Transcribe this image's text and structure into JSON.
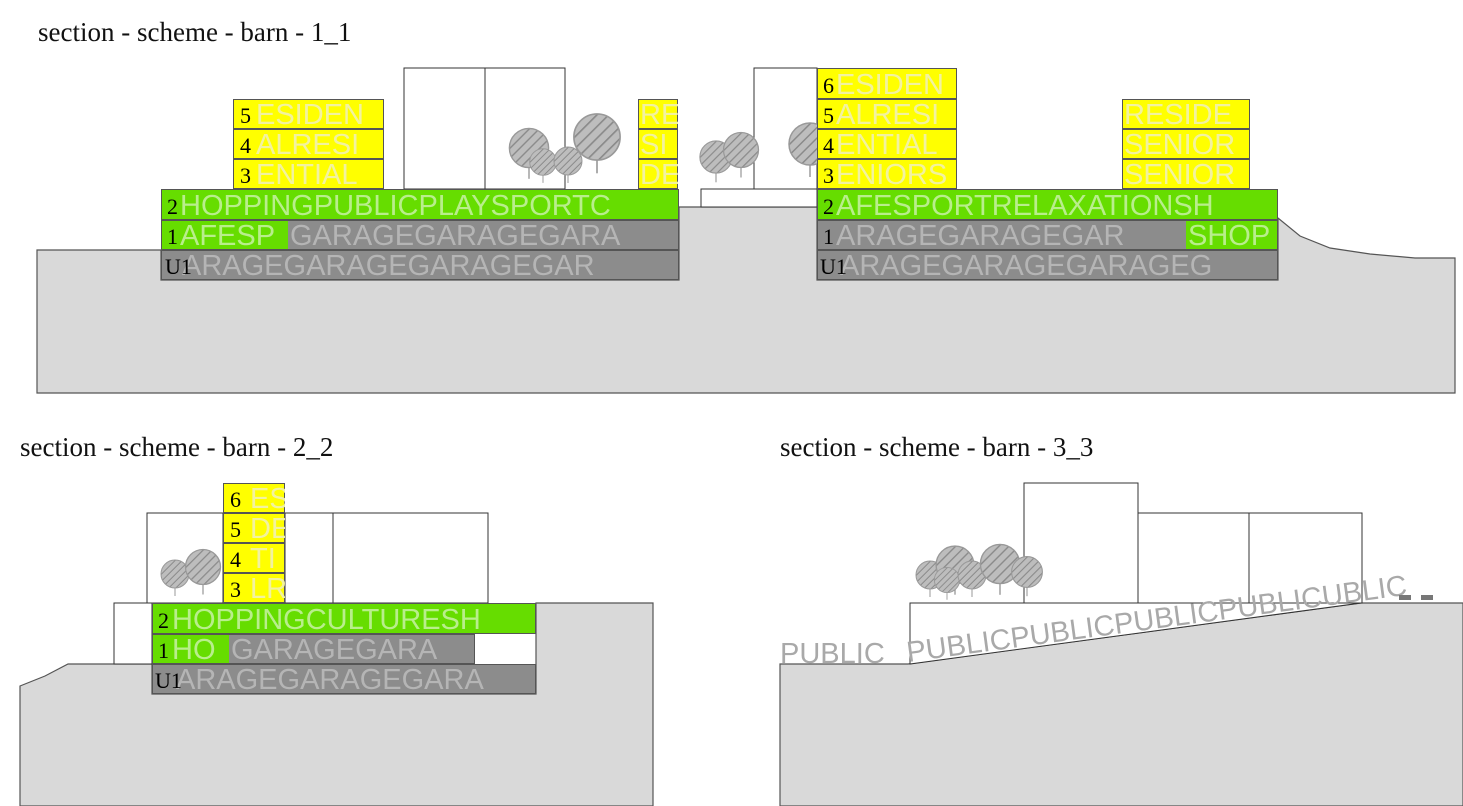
{
  "sections": [
    {
      "title": "section - scheme - barn - 1_1"
    },
    {
      "title": "section - scheme - barn - 2_2"
    },
    {
      "title": "section - scheme - barn - 3_3"
    }
  ],
  "labels": {
    "s1_left": {
      "f5_num": "5",
      "f5_text": "ESIDEN",
      "f4_num": "4",
      "f4_text": "ALRESI",
      "f3_num": "3",
      "f3_text": "ENTIAL",
      "col_a": "RE",
      "col_b": "SI",
      "col_c": "DE",
      "f2_num": "2",
      "f2_text": "HOPPINGPUBLICPLAYSPORTC",
      "f1_num": "1",
      "f1_green": "AFESP",
      "f1_gray": "GARAGEGARAGEGARA",
      "u1_num": "U1",
      "u1_text": "ARAGEGARAGEGARAGEGAR"
    },
    "s1_right": {
      "f6_num": "6",
      "f6_text": "ESIDEN",
      "f5_num": "5",
      "f5_text": "ALRESI",
      "f4_num": "4",
      "f4_text": "ENTIAL",
      "f3_num": "3",
      "f3_text": "ENIORS",
      "s5": "RESIDE",
      "s4": "SENIOR",
      "s3": "SENIOR",
      "f2_num": "2",
      "f2_text": "AFESPORTRELAXATIONSH",
      "f1_num": "1",
      "f1_gray": "ARAGEGARAGEGAR",
      "f1_green": "SHOP",
      "u1_num": "U1",
      "u1_text": "ARAGEGARAGEGARAGEG"
    },
    "s2": {
      "f6_num": "6",
      "f6_text": "ES",
      "f5_num": "5",
      "f5_text": "DE",
      "f4_num": "4",
      "f4_text": "TI",
      "f3_num": "3",
      "f3_text": "LR",
      "f2_num": "2",
      "f2_text": "HOPPINGCULTURESH",
      "f1_num": "1",
      "f1_green": "HO",
      "f1_gray": "GARAGEGARA",
      "u1_num": "U1",
      "u1_text": "ARAGEGARAGEGARA"
    },
    "s3": {
      "flat": "PUBLIC",
      "slope": "PUBLICPUBLICPUBLICPUBLICUBLIC"
    }
  },
  "colors": {
    "residential": "#ffff00",
    "commercial": "#66dd00",
    "garage": "#8c8c8c",
    "ground": "#d9d9d9",
    "outline": "#555555",
    "tree": "#9a9a9a"
  }
}
